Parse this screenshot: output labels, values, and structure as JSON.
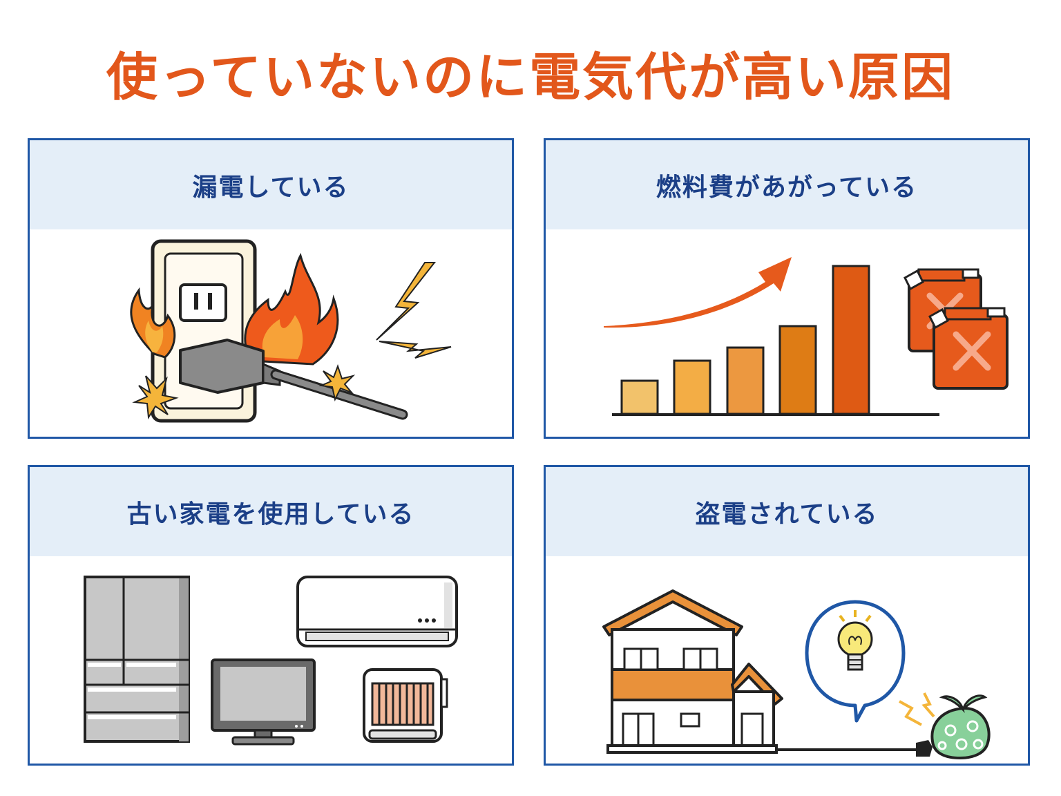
{
  "title": "使っていないのに電気代が高い原因",
  "cards": [
    {
      "label": "漏電している"
    },
    {
      "label": "燃料費があがっている"
    },
    {
      "label": "古い家電を使用している"
    },
    {
      "label": "盗電されている"
    }
  ],
  "colors": {
    "title": "#e2571b",
    "card_border": "#1f57a6",
    "card_header_bg": "#e4eef8",
    "card_header_text": "#1b3f87"
  },
  "icons": [
    "burning-outlet-icon",
    "rising-bar-chart-icon",
    "fuel-can-icon",
    "refrigerator-icon",
    "air-conditioner-icon",
    "television-icon",
    "heater-icon",
    "house-icon",
    "light-bulb-icon",
    "thief-bag-icon"
  ]
}
